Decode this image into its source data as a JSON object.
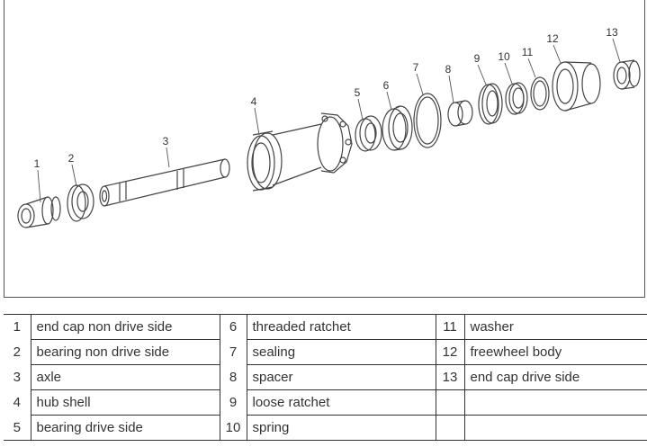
{
  "diagram": {
    "callouts": [
      {
        "number": "1"
      },
      {
        "number": "2"
      },
      {
        "number": "3"
      },
      {
        "number": "4"
      },
      {
        "number": "5"
      },
      {
        "number": "6"
      },
      {
        "number": "7"
      },
      {
        "number": "8"
      },
      {
        "number": "9"
      },
      {
        "number": "10"
      },
      {
        "number": "11"
      },
      {
        "number": "12"
      },
      {
        "number": "13"
      }
    ]
  },
  "legend": {
    "rows": [
      [
        {
          "number": "1",
          "name": "end cap non drive side"
        },
        {
          "number": "6",
          "name": "threaded ratchet"
        },
        {
          "number": "11",
          "name": "washer"
        }
      ],
      [
        {
          "number": "2",
          "name": "bearing non drive side"
        },
        {
          "number": "7",
          "name": "sealing"
        },
        {
          "number": "12",
          "name": "freewheel body"
        }
      ],
      [
        {
          "number": "3",
          "name": "axle"
        },
        {
          "number": "8",
          "name": "spacer"
        },
        {
          "number": "13",
          "name": "end cap drive side"
        }
      ],
      [
        {
          "number": "4",
          "name": "hub shell"
        },
        {
          "number": "9",
          "name": "loose ratchet"
        },
        {
          "number": "",
          "name": ""
        }
      ],
      [
        {
          "number": "5",
          "name": "bearing drive side"
        },
        {
          "number": "10",
          "name": "spring"
        },
        {
          "number": "",
          "name": ""
        }
      ]
    ]
  }
}
